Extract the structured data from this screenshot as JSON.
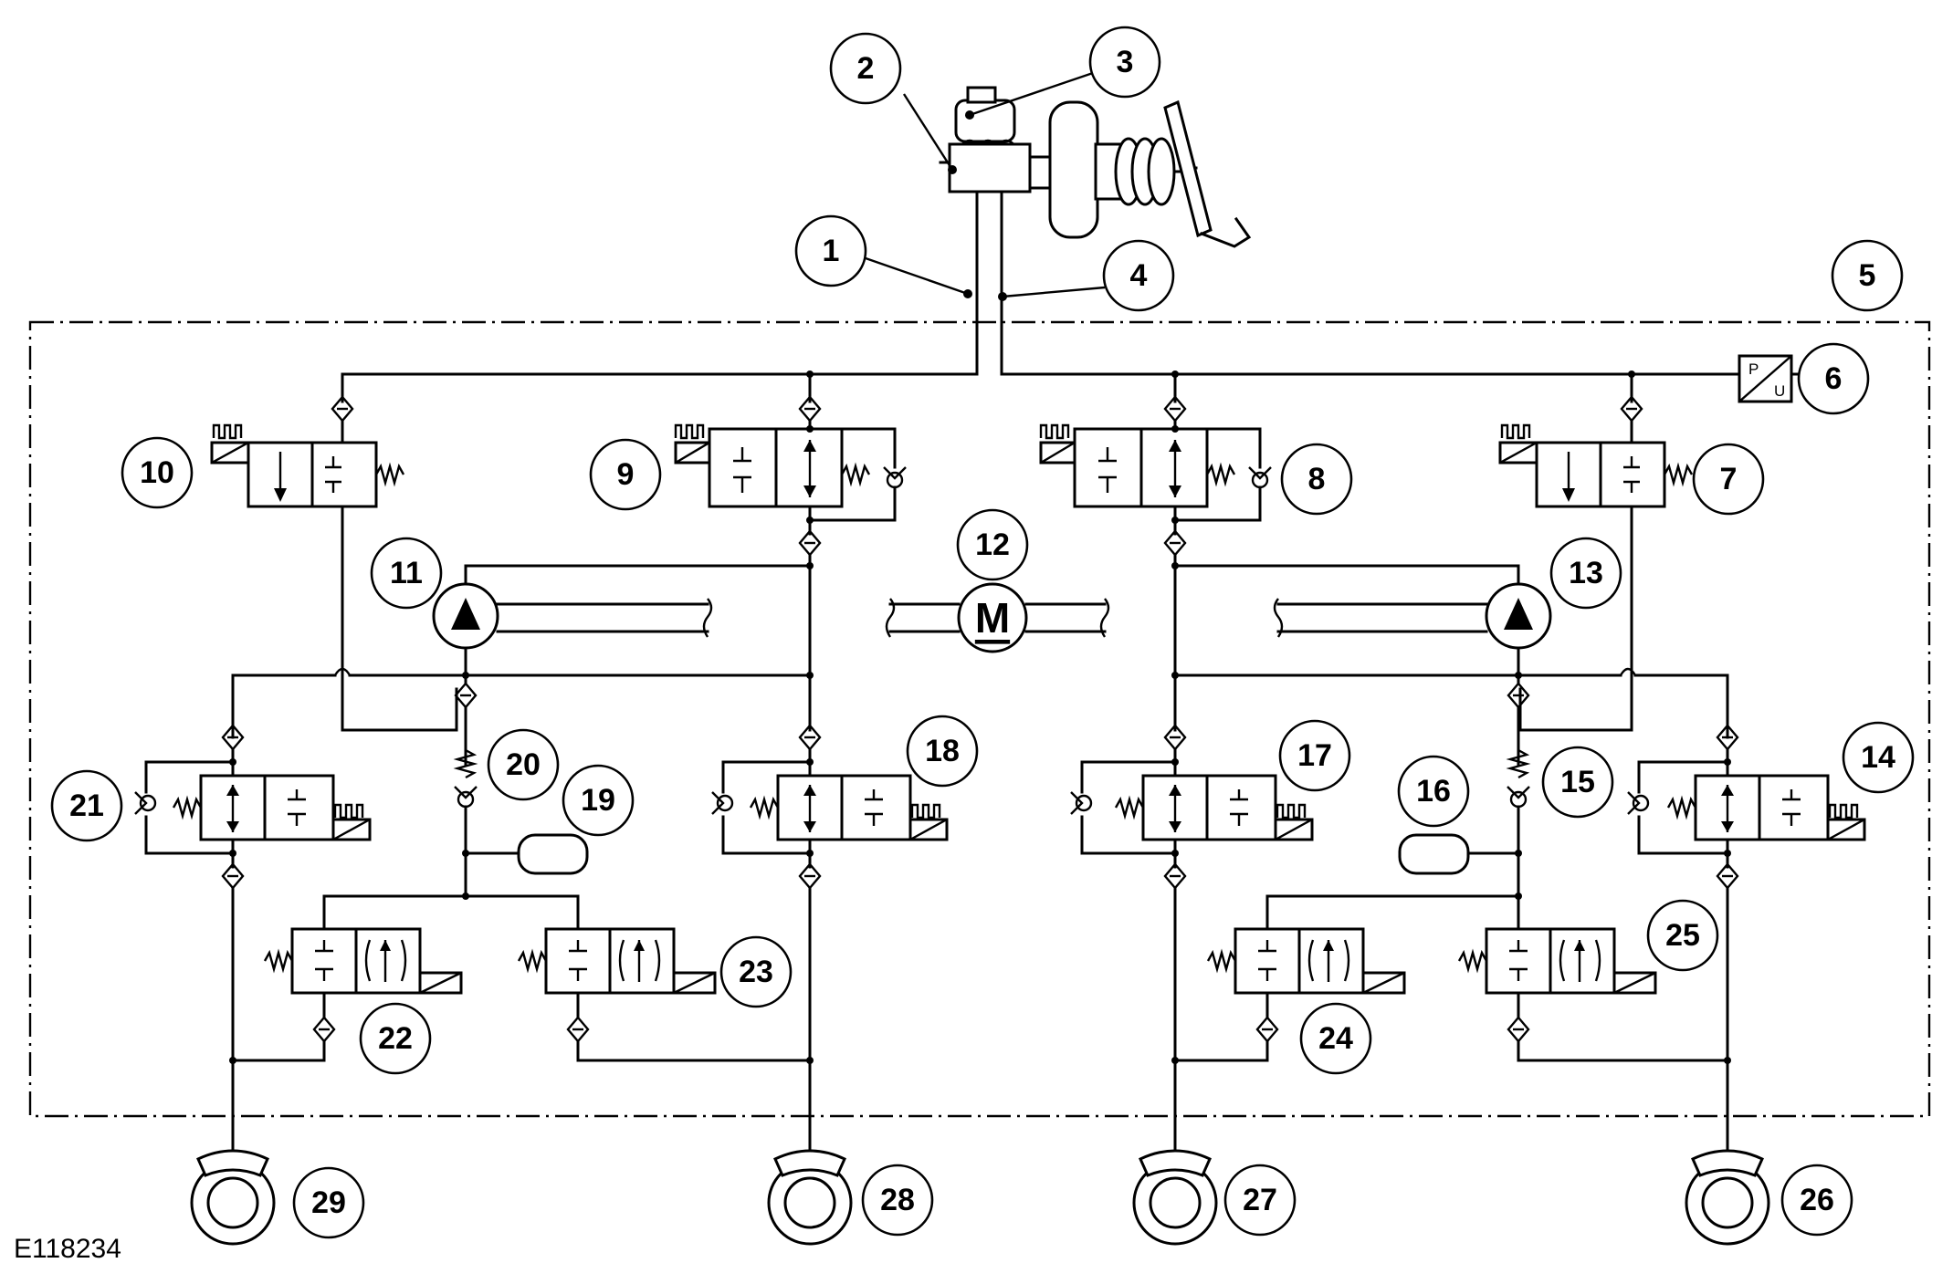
{
  "figure_code": "E118234",
  "motor_label": "M",
  "sensor_label_p": "P",
  "sensor_label_u": "U",
  "callouts": [
    "1",
    "2",
    "3",
    "4",
    "5",
    "6",
    "7",
    "8",
    "9",
    "10",
    "11",
    "12",
    "13",
    "14",
    "15",
    "16",
    "17",
    "18",
    "19",
    "20",
    "21",
    "22",
    "23",
    "24",
    "25",
    "26",
    "27",
    "28",
    "29"
  ]
}
